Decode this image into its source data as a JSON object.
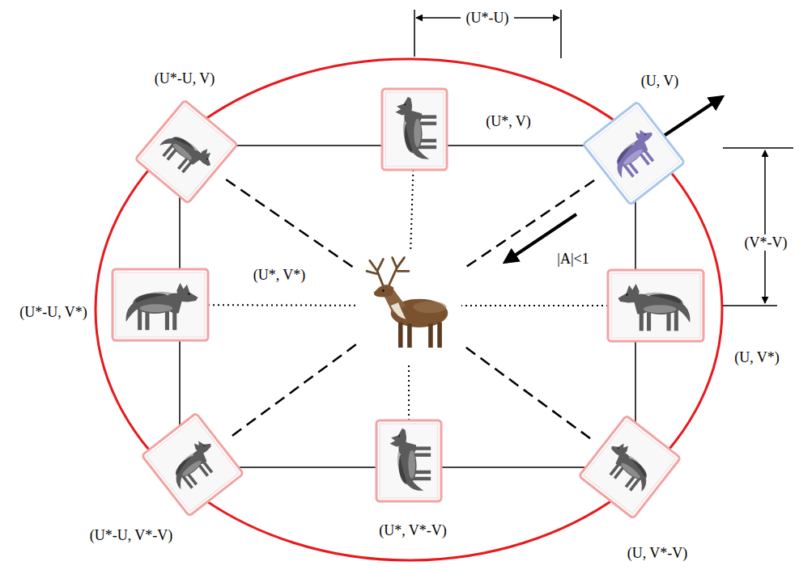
{
  "diagram": {
    "nodes": [
      {
        "text": [
          "(U*-U, V)"
        ]
      },
      {
        "text": [
          "(U*, V)"
        ]
      },
      {
        "text": [
          "(U, V)"
        ]
      },
      {
        "text": [
          "(U*-U, V*)"
        ]
      },
      {
        "text": [
          "(U*, V*)"
        ]
      },
      {
        "text": [
          "(U, V*)"
        ]
      },
      {
        "text": [
          "(U*-U, V*-V)"
        ]
      },
      {
        "text": [
          "(U*, V*-V)"
        ]
      },
      {
        "text": [
          "(U, V*-V)"
        ]
      }
    ],
    "edges": [
      {
        "from": 0,
        "to": 4,
        "arrow": "none"
      },
      {
        "from": 1,
        "to": 4,
        "arrow": "none"
      },
      {
        "from": 2,
        "to": 4,
        "arrow": "none"
      },
      {
        "from": 3,
        "to": 4,
        "arrow": "none"
      },
      {
        "from": 5,
        "to": 4,
        "arrow": "none"
      },
      {
        "from": 6,
        "to": 4,
        "arrow": "none"
      },
      {
        "from": 7,
        "to": 4,
        "arrow": "none"
      },
      {
        "from": 8,
        "to": 4,
        "arrow": "none"
      }
    ],
    "labels": [
      "(U*-U)",
      "(V*-V)",
      "|A|<1"
    ]
  }
}
